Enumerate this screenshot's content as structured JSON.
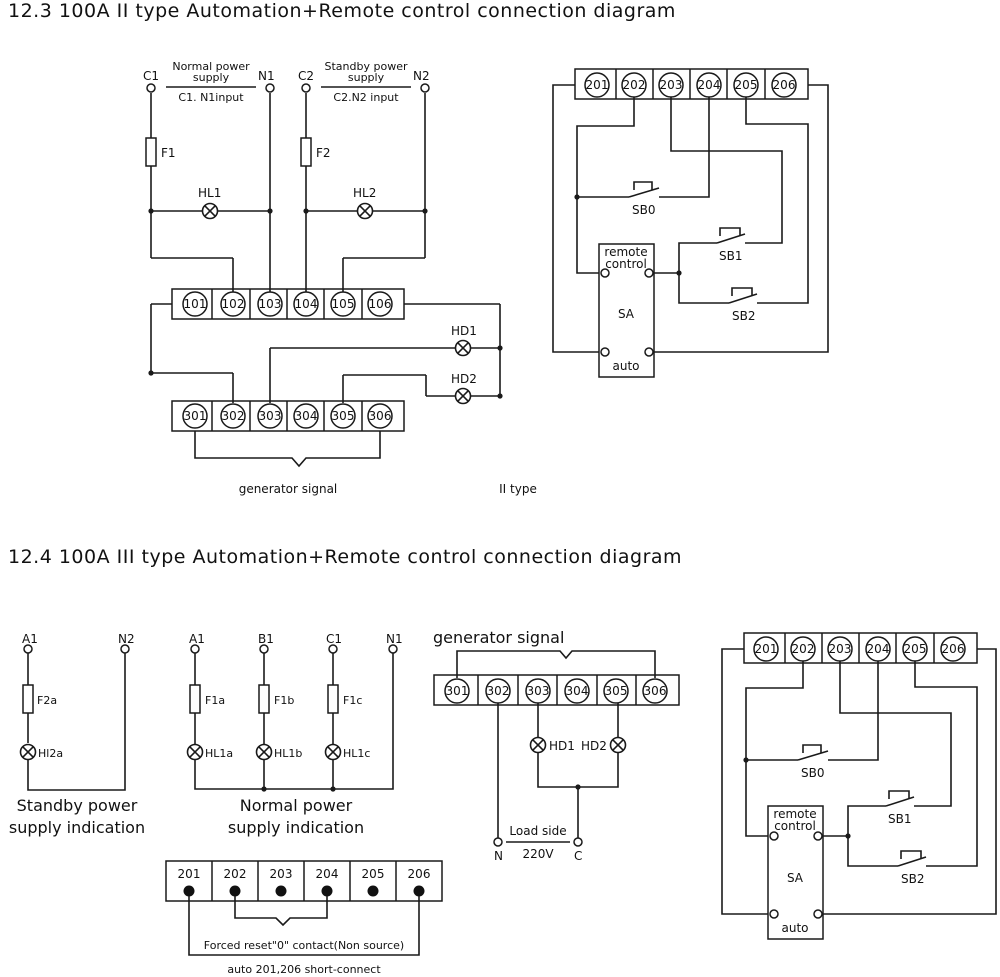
{
  "sections": [
    {
      "title": "12.3 100A II type Automation+Remote control  connection diagram"
    },
    {
      "title": "12.4 100A III type Automation+Remote control  connection diagram"
    }
  ],
  "s1": {
    "c1": "C1",
    "n1": "N1",
    "c2": "C2",
    "n2": "N2",
    "normal_power": [
      "Normal power",
      "supply"
    ],
    "c1n1_input": "C1. N1input",
    "standby_power": [
      "Standby power",
      "supply"
    ],
    "c2n2_input": "C2.N2 input",
    "f1": "F1",
    "f2": "F2",
    "hl1": "HL1",
    "hl2": "HL2",
    "hd1": "HD1",
    "hd2": "HD2",
    "row100": [
      "101",
      "102",
      "103",
      "104",
      "105",
      "106"
    ],
    "row300": [
      "301",
      "302",
      "303",
      "304",
      "305",
      "306"
    ],
    "generator_signal": "generator signal",
    "type_label": "II type"
  },
  "remote1": {
    "row200": [
      "201",
      "202",
      "203",
      "204",
      "205",
      "206"
    ],
    "sb0": "SB0",
    "sb1": "SB1",
    "sb2": "SB2",
    "remote_control": [
      "remote",
      "control"
    ],
    "sa": "SA",
    "auto": "auto"
  },
  "s2": {
    "a1": "A1",
    "n2": "N2",
    "f2a": "F2a",
    "hl2a": "Hl2a",
    "standby_ind": [
      "Standby power",
      "supply indication"
    ],
    "a1b": "A1",
    "b1": "B1",
    "c1": "C1",
    "n1": "N1",
    "f1a": "F1a",
    "f1b": "F1b",
    "f1c": "F1c",
    "hl1a": "HL1a",
    "hl1b": "HL1b",
    "hl1c": "HL1c",
    "normal_ind": [
      "Normal power",
      "supply indication"
    ],
    "generator_signal": "generator signal",
    "row300": [
      "301",
      "302",
      "303",
      "304",
      "305",
      "306"
    ],
    "hd1": "HD1",
    "hd2": "HD2",
    "load_side": "Load side",
    "voltage": "220V",
    "n": "N",
    "c": "C",
    "table": [
      "201",
      "202",
      "203",
      "204",
      "205",
      "206"
    ],
    "forced_reset": "Forced reset\"0\" contact(Non source)",
    "auto_short": "auto 201,206 short-connect"
  },
  "remote2": {
    "row200": [
      "201",
      "202",
      "203",
      "204",
      "205",
      "206"
    ],
    "sb0": "SB0",
    "sb1": "SB1",
    "sb2": "SB2",
    "remote_control": [
      "remote",
      "control"
    ],
    "sa": "SA",
    "auto": "auto"
  }
}
